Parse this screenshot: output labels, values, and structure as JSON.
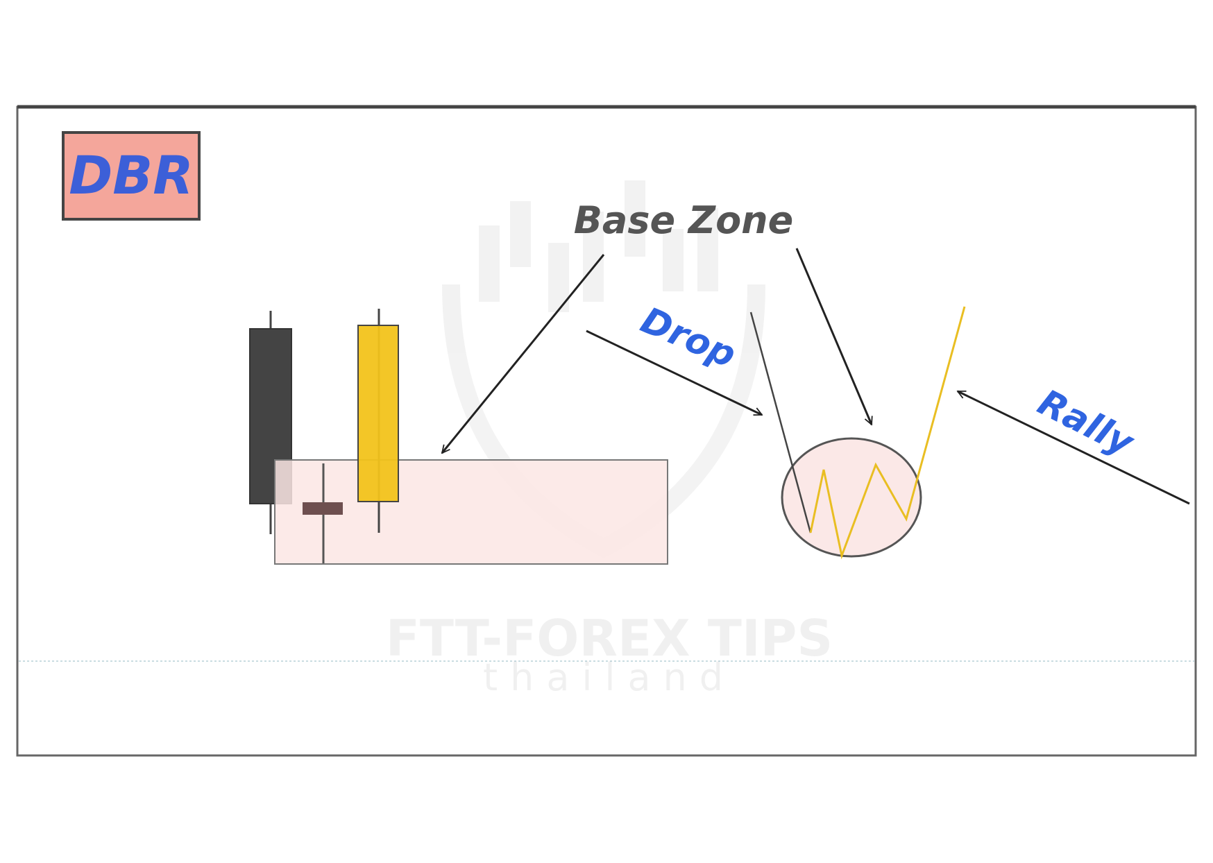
{
  "diagram": {
    "badge": {
      "label": "DBR",
      "fill": "#f4a69b",
      "text_color": "#3c5fd8",
      "border": "#444444"
    },
    "labels": {
      "base_zone": "Base Zone",
      "drop": "Drop",
      "rally": "Rally"
    },
    "watermark": {
      "line1": "FTT-FOREX TIPS",
      "line2": "thailand"
    },
    "colors": {
      "label_blue": "#2f64e0",
      "base_text": "#555555",
      "bear_candle": "#444444",
      "bull_candle": "#f2c31b",
      "small_candle": "#6e4f4f",
      "zone_fill": "#fbe6e4",
      "zone_border": "#777777",
      "arrow": "#222222",
      "zigzag": "#e9be22",
      "frame": "#666666"
    }
  }
}
